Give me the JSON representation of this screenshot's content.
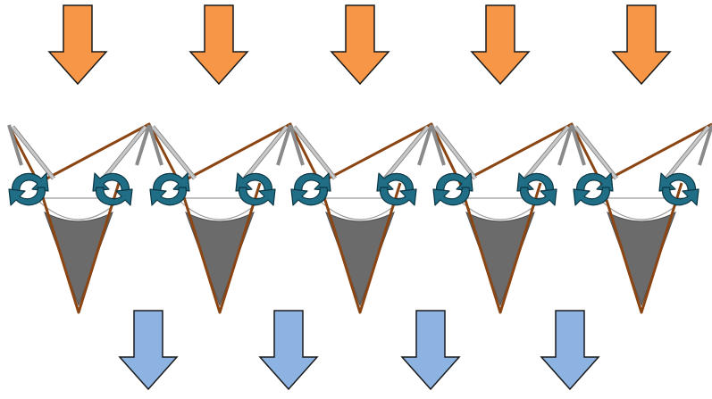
{
  "diagram": {
    "description_visible_text": "",
    "colors": {
      "input_arrow_fill": "#F79646",
      "output_arrow_fill": "#8DB3E2",
      "arrow_stroke": "#1a1a1a",
      "frame_stroke": "#8B4513",
      "inner_funnel_fill": "#6b6b6b",
      "rotation_arrow_fill": "#1F6E86",
      "rotation_arrow_stroke": "#0c3644",
      "hinge_fill": "#c8c8c8"
    },
    "units_count": 5,
    "input_arrows_count": 5,
    "output_arrows_count": 4,
    "rotation_pairs_count": 10,
    "input_arrow_direction": "down",
    "output_arrow_direction": "down",
    "icons": {
      "input_arrow": "down-arrow-icon",
      "output_arrow": "down-arrow-icon",
      "rotation": "rotate-arrow-icon"
    }
  }
}
